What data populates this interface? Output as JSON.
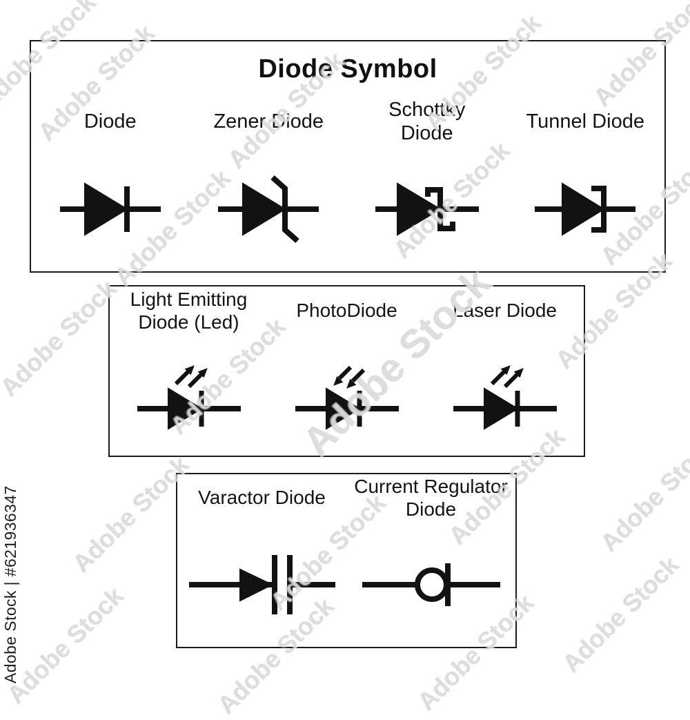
{
  "watermark": {
    "tile_text": "Adobe Stock",
    "id_text": "Adobe Stock | #621936347"
  },
  "colors": {
    "symbol_ink": "#121212",
    "table_border": "#1a1a1a",
    "watermark_gray": "#aeaeae"
  },
  "table_main": {
    "title": "Diode Symbol",
    "columns": [
      {
        "label": "Diode",
        "symbol": "diode-icon"
      },
      {
        "label": "Zener Diode",
        "symbol": "zener-diode-icon"
      },
      {
        "label": "Schottky\nDiode",
        "symbol": "schottky-diode-icon"
      },
      {
        "label": "Tunnel Diode",
        "symbol": "tunnel-diode-icon"
      }
    ]
  },
  "table_optical": {
    "columns": [
      {
        "label": "Light Emitting\nDiode (Led)",
        "symbol": "led-icon"
      },
      {
        "label": "PhotoDiode",
        "symbol": "photodiode-icon"
      },
      {
        "label": "Laser Diode",
        "symbol": "laser-diode-icon"
      }
    ]
  },
  "table_special": {
    "columns": [
      {
        "label": "Varactor Diode",
        "symbol": "varactor-diode-icon"
      },
      {
        "label": "Current Regulator\nDiode",
        "symbol": "current-regulator-diode-icon"
      }
    ]
  }
}
